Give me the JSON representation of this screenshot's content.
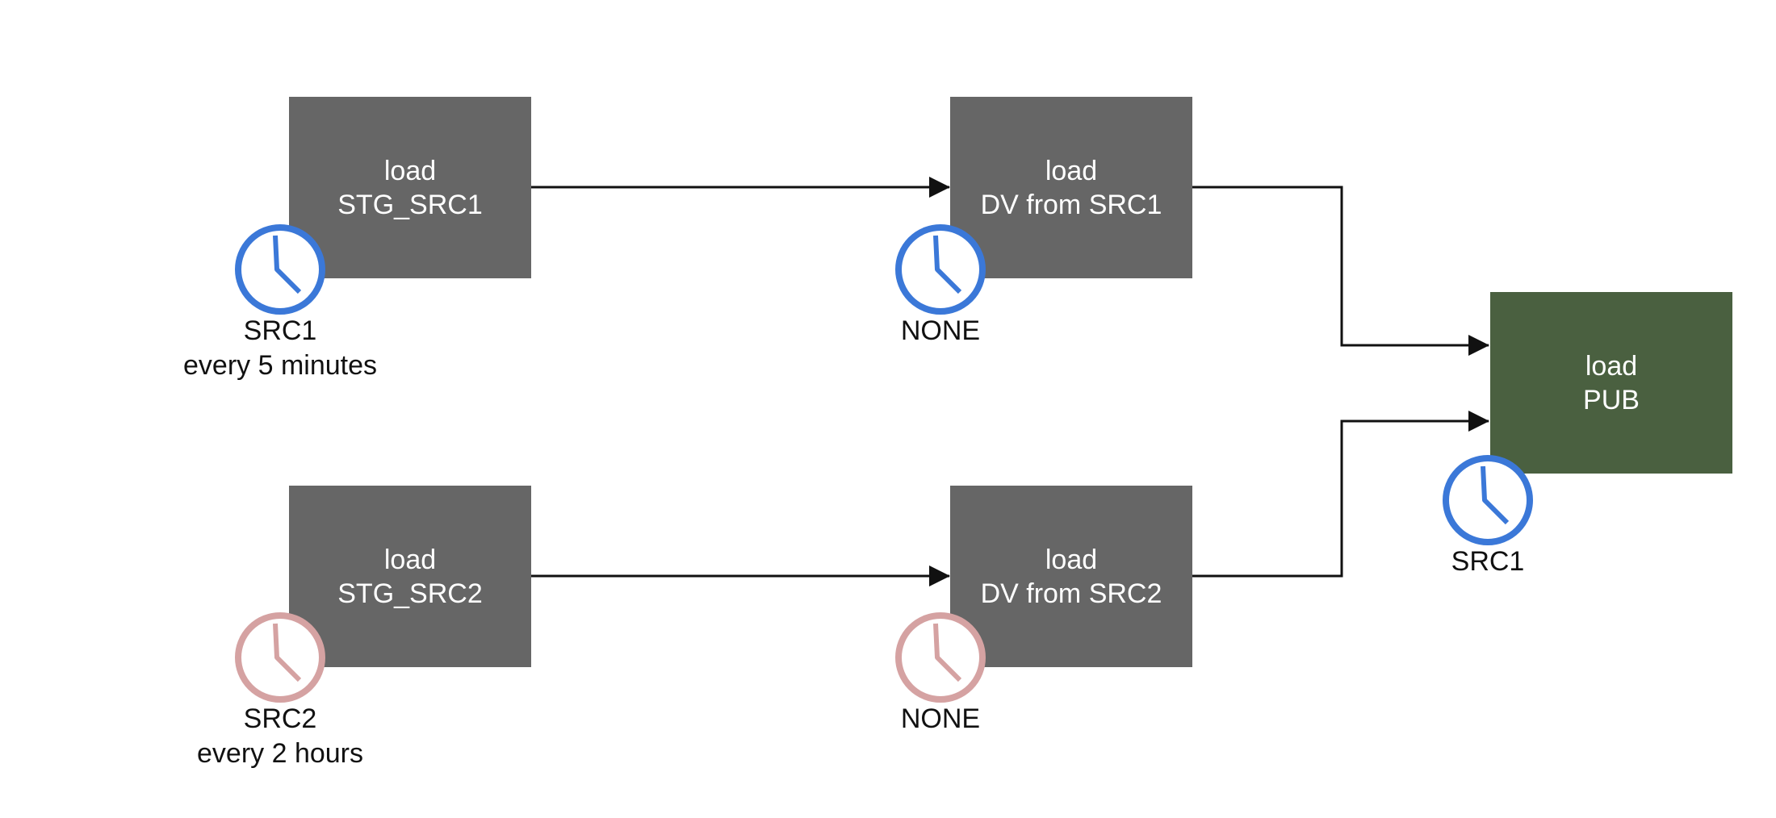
{
  "colors": {
    "task_box": "#666666",
    "publish_box": "#4a6040",
    "clock_active": "#3b78d8",
    "clock_inactive": "#d5a2a2",
    "connector": "#111111",
    "node_text": "#ffffff",
    "caption_text": "#111111"
  },
  "nodes": {
    "stg_src1": {
      "line1": "load",
      "line2": "STG_SRC1"
    },
    "dv_src1": {
      "line1": "load",
      "line2": "DV from SRC1"
    },
    "stg_src2": {
      "line1": "load",
      "line2": "STG_SRC2"
    },
    "dv_src2": {
      "line1": "load",
      "line2": "DV from SRC2"
    },
    "pub": {
      "line1": "load",
      "line2": "PUB"
    }
  },
  "schedules": {
    "stg_src1": {
      "icon": "clock-icon",
      "status": "active",
      "line1": "SRC1",
      "line2": "every 5 minutes"
    },
    "dv_src1": {
      "icon": "clock-icon",
      "status": "active",
      "line1": "NONE"
    },
    "stg_src2": {
      "icon": "clock-icon",
      "status": "inactive",
      "line1": "SRC2",
      "line2": "every 2 hours"
    },
    "dv_src2": {
      "icon": "clock-icon",
      "status": "inactive",
      "line1": "NONE"
    },
    "pub": {
      "icon": "clock-icon",
      "status": "active",
      "line1": "SRC1"
    }
  },
  "edges": [
    {
      "from": "stg_src1",
      "to": "dv_src1"
    },
    {
      "from": "stg_src2",
      "to": "dv_src2"
    },
    {
      "from": "dv_src1",
      "to": "pub"
    },
    {
      "from": "dv_src2",
      "to": "pub"
    }
  ]
}
